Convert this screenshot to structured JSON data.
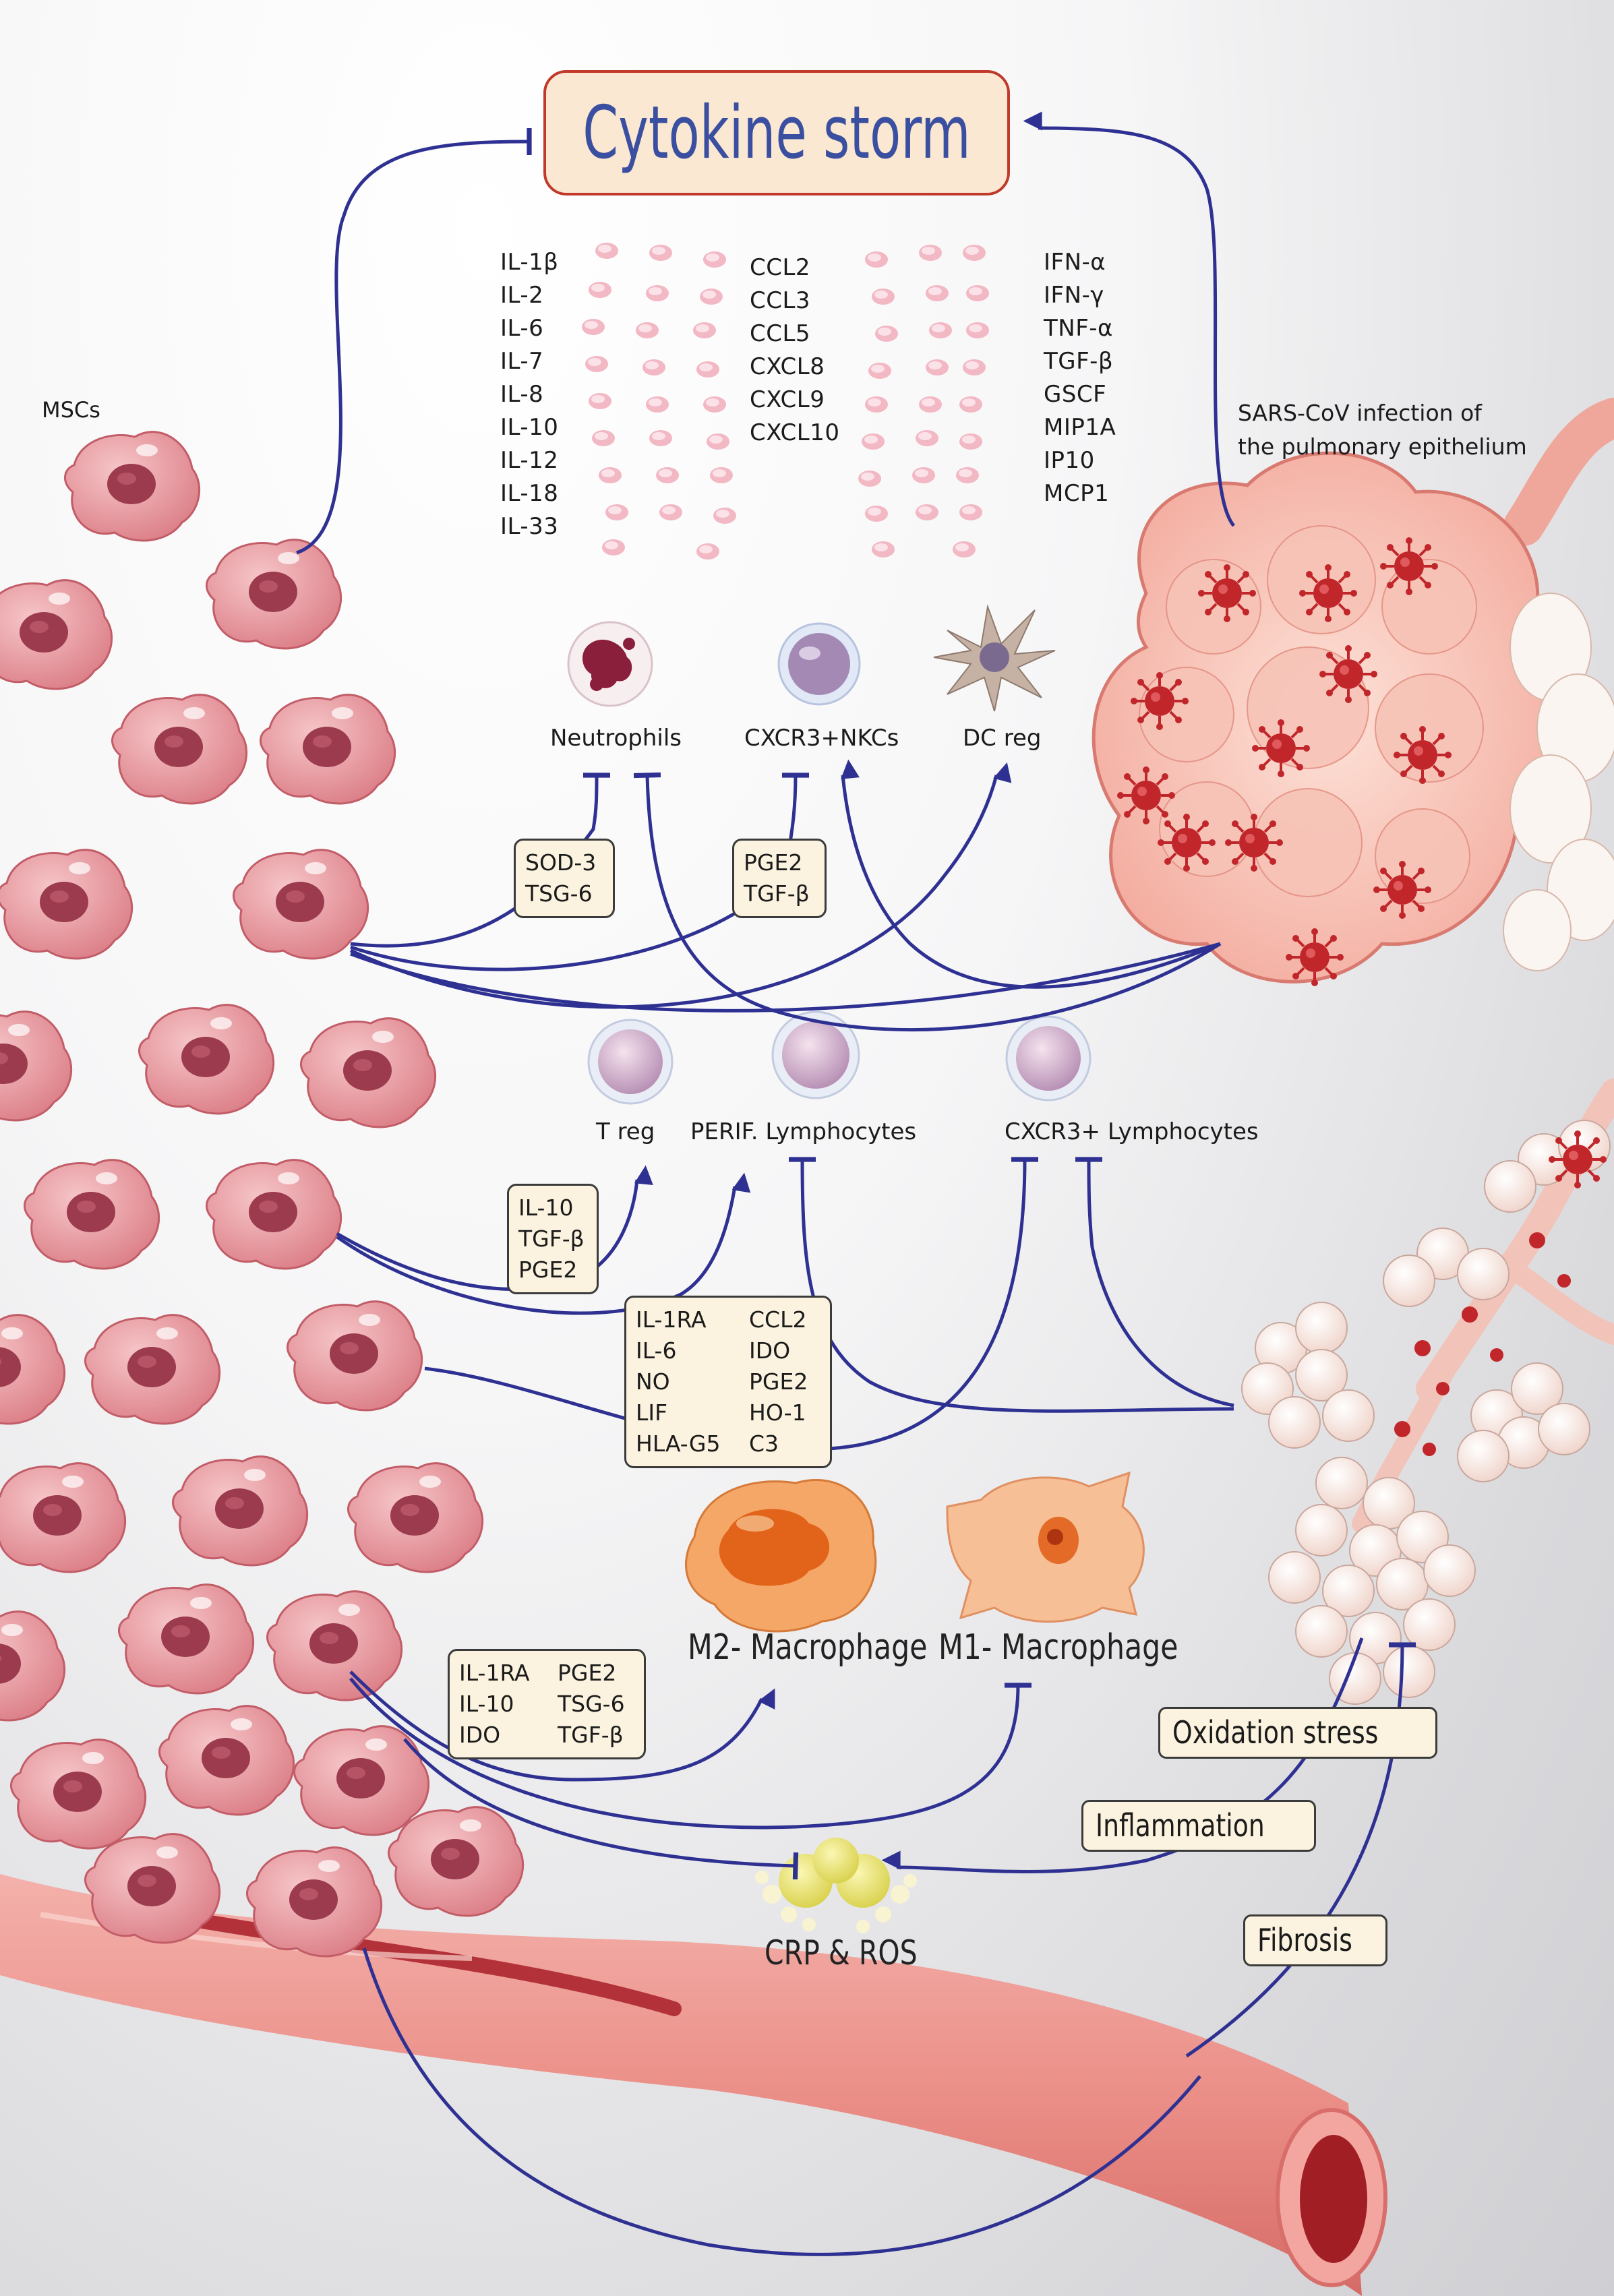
{
  "title": "Cytokine storm",
  "cytokines": {
    "col1": [
      "IL-1β",
      "IL-2",
      "IL-6",
      "IL-7",
      "IL-8",
      "IL-10",
      "IL-12",
      "IL-18",
      "IL-33"
    ],
    "col2": [
      "CCL2",
      "CCL3",
      "CCL5",
      "CXCL8",
      "CXCL9",
      "CXCL10"
    ],
    "col3": [
      "IFN-α",
      "IFN-γ",
      "TNF-α",
      "TGF-β",
      "GSCF",
      "MIP1A",
      "IP10",
      "MCP1"
    ]
  },
  "labels": {
    "mscs": "MSCs",
    "infection_line1": "SARS-CoV infection of",
    "infection_line2": "the pulmonary epithelium",
    "neutrophils": "Neutrophils",
    "nkcs": "CXCR3+NKCs",
    "dc_reg": "DC reg",
    "t_reg": "T reg",
    "perif_lymph": "PERIF. Lymphocytes",
    "cxcr3_lymph": "CXCR3+ Lymphocytes",
    "m2_macrophage": "M2- Macrophage",
    "m1_macrophage": "M1- Macrophage",
    "crp_ros": "CRP & ROS"
  },
  "factor_boxes": {
    "sod_tsg": [
      "SOD-3",
      "TSG-6"
    ],
    "pge2_tgf": [
      "PGE2",
      "TGF-β"
    ],
    "il10_tgf_pge2": [
      "IL-10",
      "TGF-β",
      "PGE2"
    ],
    "lymph_factors_left": [
      "IL-1RA",
      "IL-6",
      "NO",
      "LIF",
      "HLA-G5"
    ],
    "lymph_factors_right": [
      "CCL2",
      "IDO",
      "PGE2",
      "HO-1",
      "C3"
    ],
    "macro_factors_left": [
      "IL-1RA",
      "IL-10",
      "IDO"
    ],
    "macro_factors_right": [
      "PGE2",
      "TSG-6",
      "TGF-β"
    ]
  },
  "effects": {
    "oxidation": "Oxidation stress",
    "inflammation": "Inflammation",
    "fibrosis": "Fibrosis"
  },
  "colors": {
    "arrow": "#2e3192",
    "title_text": "#3a4fa0",
    "title_border": "#c0392b",
    "box_fill": "#fbf3df",
    "msc_fill": "#e79aa0",
    "virus": "#c0262a"
  }
}
